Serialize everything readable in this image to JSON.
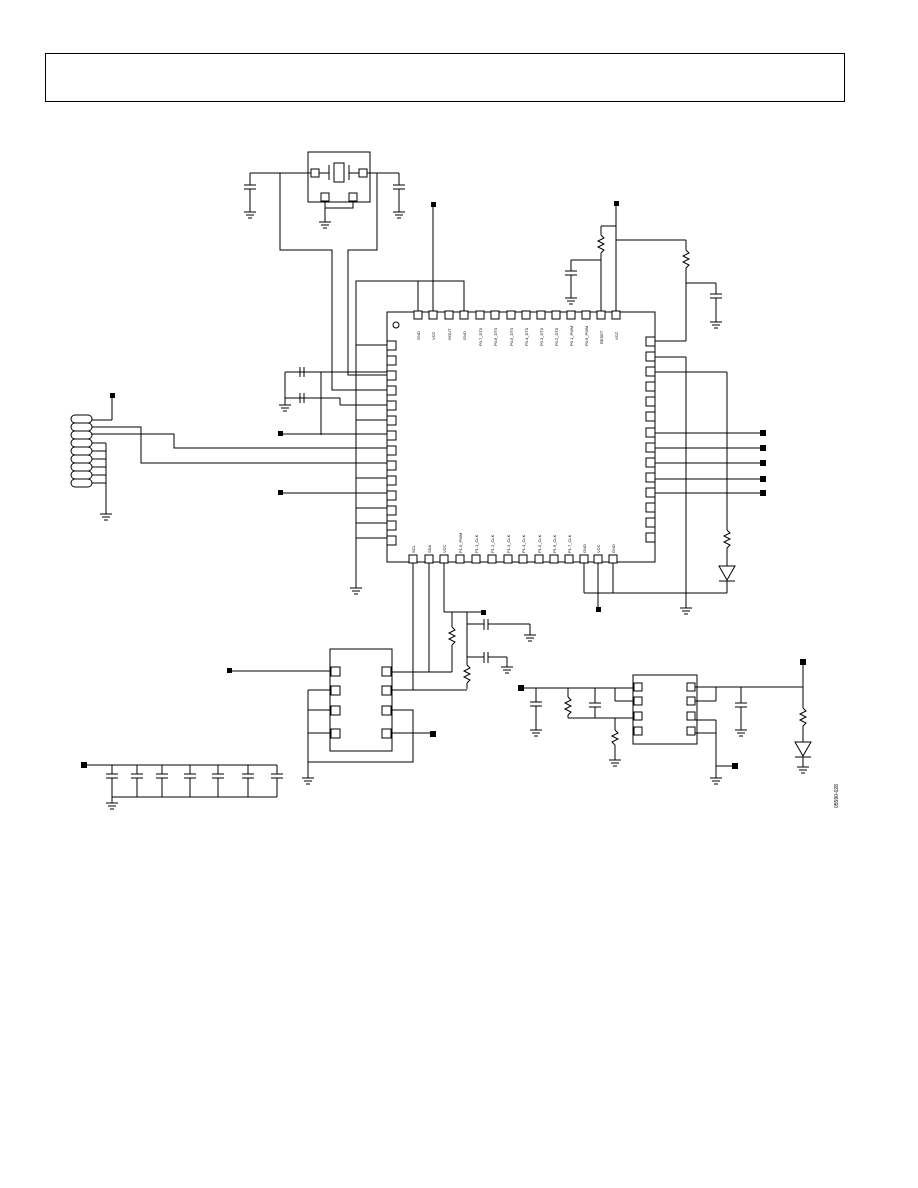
{
  "figure_id": "05590-028",
  "mcu_top_pins": [
    "GND",
    "VCC",
    "GOUT",
    "GND",
    "P0.7_DT0",
    "P0.6_DT0",
    "P0.5_DT0",
    "P0.4_DT0",
    "P0.3_DT0",
    "P0.2_DT0",
    "P0.1_PWM",
    "P0.0_PWM",
    "RESET",
    "VCC"
  ],
  "mcu_bottom_pins": [
    "SCL",
    "SDA",
    "VCC",
    "P1.0_PWM",
    "P1.1_CLK",
    "P1.2_CLK",
    "P1.3_CLK",
    "P1.4_CLK",
    "P1.5_CLK",
    "P1.6_CLK",
    "P1.7_CLK",
    "GND",
    "VCC",
    "GND"
  ]
}
